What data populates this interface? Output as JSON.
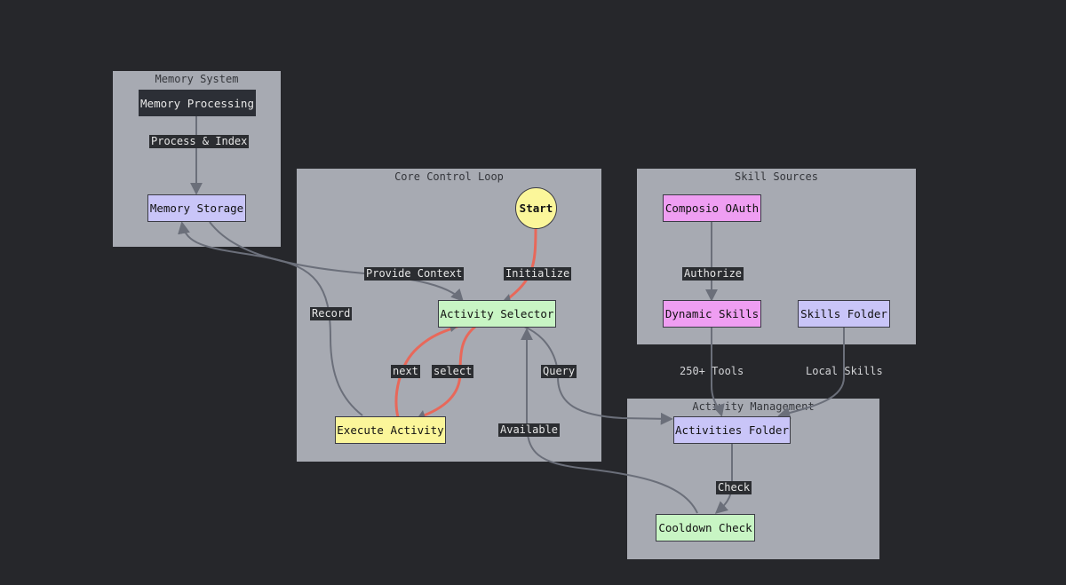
{
  "clusters": {
    "memory_system": "Memory System",
    "core_control_loop": "Core Control Loop",
    "skill_sources": "Skill Sources",
    "activity_management": "Activity Management"
  },
  "nodes": {
    "memory_processing": "Memory Processing",
    "memory_storage": "Memory Storage",
    "start": "Start",
    "activity_selector": "Activity Selector",
    "execute_activity": "Execute Activity",
    "composio_oauth": "Composio OAuth",
    "dynamic_skills": "Dynamic Skills",
    "skills_folder": "Skills Folder",
    "activities_folder": "Activities Folder",
    "cooldown_check": "Cooldown Check"
  },
  "edges": {
    "process_index": "Process & Index",
    "provide_context": "Provide Context",
    "initialize": "Initialize",
    "record": "Record",
    "next": "next",
    "select": "select",
    "query": "Query",
    "available": "Available",
    "authorize": "Authorize",
    "tools_250": "250+ Tools",
    "local_skills": "Local Skills",
    "check": "Check"
  },
  "colors": {
    "background": "#26272b",
    "cluster_fill": "#a7aab2",
    "edge": "#6b6f7a",
    "highlight_edge": "#e8685a",
    "node_dark": "#2c2f36",
    "node_purple": "#c9c5f8",
    "node_yellow": "#fbf69a",
    "node_green": "#c8f5c4",
    "node_pink": "#ef9ef2"
  }
}
